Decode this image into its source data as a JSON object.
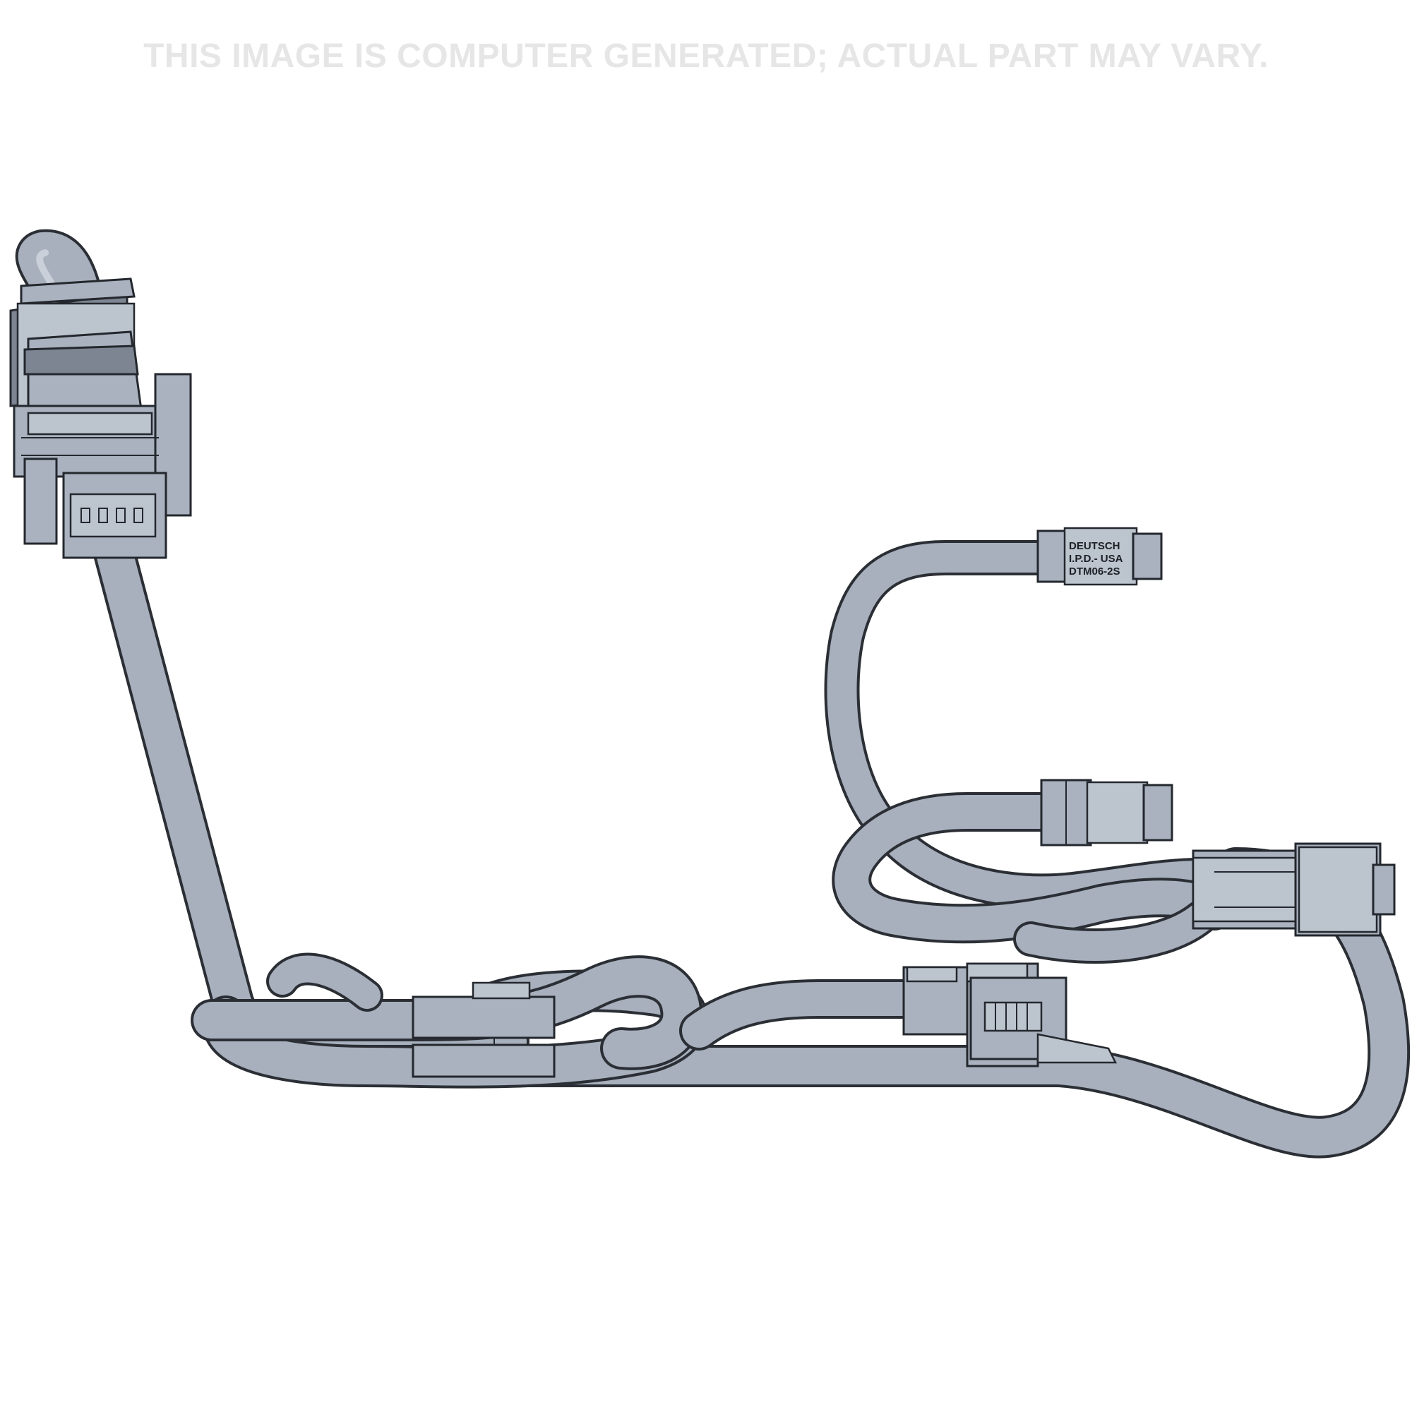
{
  "disclaimer": "THIS IMAGE IS COMPUTER GENERATED; ACTUAL PART MAY VARY.",
  "connector_label": {
    "line1": "DEUTSCH",
    "line2": "I.P.D.- USA",
    "line3": "DTM06-2S"
  },
  "colors": {
    "cable": "#a7b0bc",
    "outline": "#2b2f35",
    "connector": "#a9b2be",
    "disclaimer_text": "#e6e6e6"
  }
}
